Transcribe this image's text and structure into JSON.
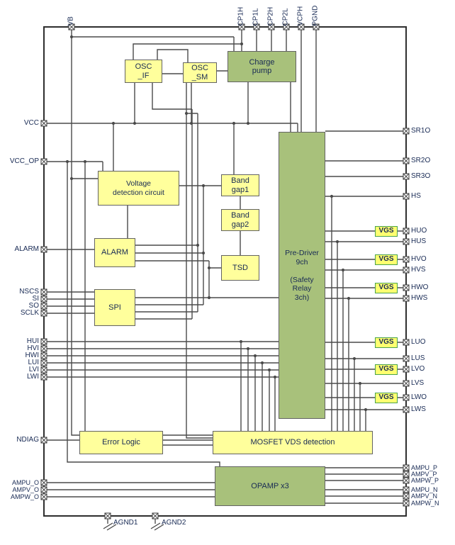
{
  "colors": {
    "block_yellow": "#ffff9c",
    "block_green": "#a8c17b",
    "vgs_fill": "#ffff70",
    "vgs_border": "#49a24d",
    "wire": "#4a4a4a",
    "outline": "#2e2e2e",
    "label": "#182a54"
  },
  "pins": {
    "top": [
      "VB",
      "CP1H",
      "CP1L",
      "CP2H",
      "CP2L",
      "VCPH",
      "PGND"
    ],
    "left": [
      "VCC",
      "VCC_OP",
      "ALARM",
      "NSCS",
      "SI",
      "SO",
      "SCLK",
      "HUI",
      "HVI",
      "HWI",
      "LUI",
      "LVI",
      "LWI",
      "NDIAG",
      "AMPU_O",
      "AMPV_O",
      "AMPW_O"
    ],
    "right": [
      "SR1O",
      "SR2O",
      "SR3O",
      "HS",
      "HUO",
      "HUS",
      "HVO",
      "HVS",
      "HWO",
      "HWS",
      "LUO",
      "LUS",
      "LVO",
      "LVS",
      "LWO",
      "LWS",
      "AMPU_P",
      "AMPV_P",
      "AMPW_P",
      "AMPU_N",
      "AMPV_N",
      "AMPW_N"
    ],
    "bottom": [
      "AGND1",
      "AGND2"
    ]
  },
  "blocks": {
    "osc_if": "OSC\n_IF",
    "osc_sm": "OSC\n_SM",
    "charge_pump": "Charge\npump",
    "voltage_detection": "Voltage\ndetection circuit",
    "band_gap1": "Band\ngap1",
    "band_gap2": "Band\ngap2",
    "alarm": "ALARM",
    "tsd": "TSD",
    "spi": "SPI",
    "pre_driver": "Pre-Driver\n9ch\n\n(Safety\nRelay\n3ch)",
    "vgs": "VGS",
    "error_logic": "Error Logic",
    "mosfet_vds": "MOSFET VDS detection",
    "opamp": "OPAMP x3"
  }
}
